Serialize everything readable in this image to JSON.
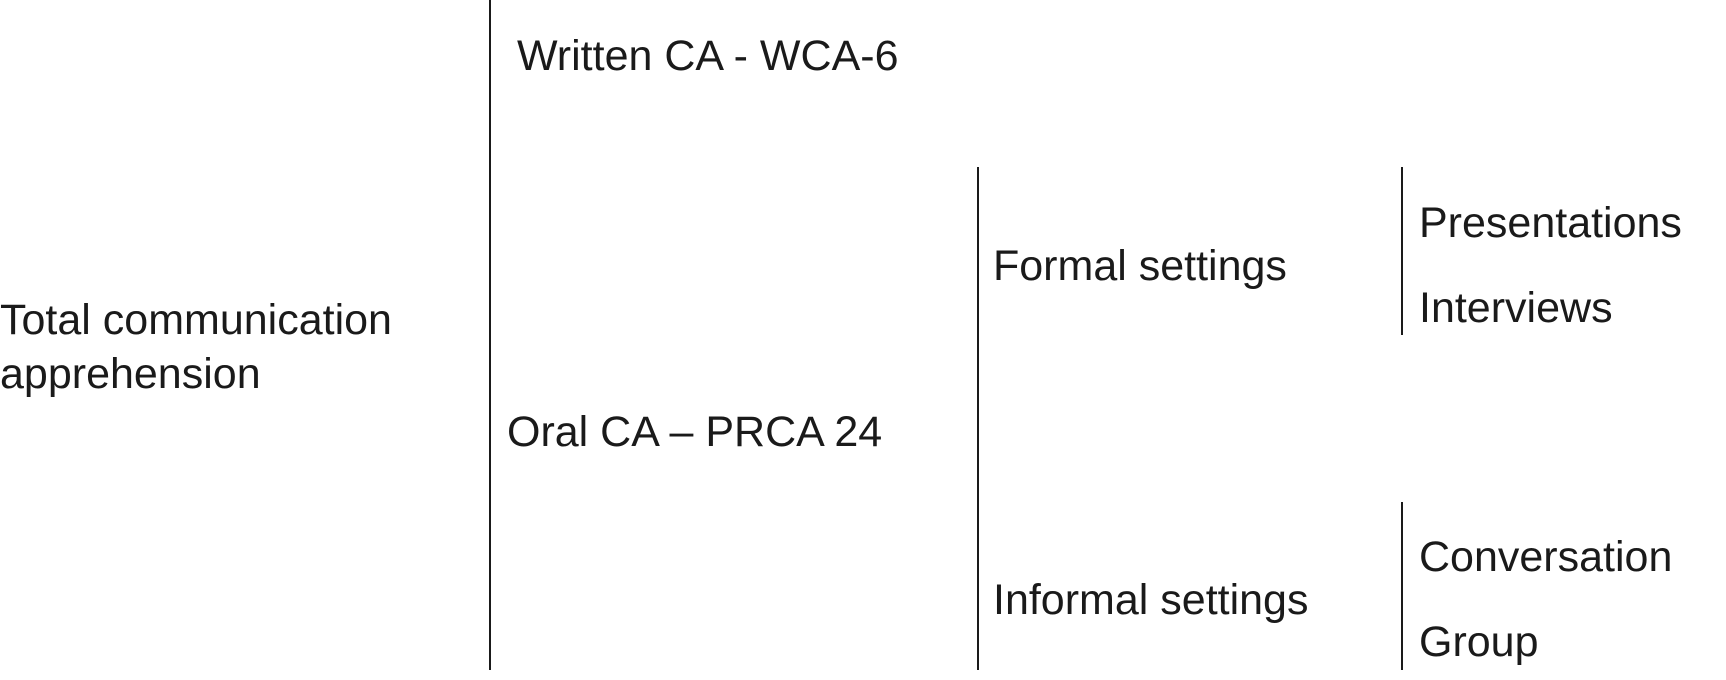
{
  "root": {
    "line1": "Total communication",
    "line2": "apprehension"
  },
  "branches": {
    "written": "Written CA - WCA-6",
    "oral": "Oral CA – PRCA 24"
  },
  "oral_settings": {
    "formal": "Formal settings",
    "informal": "Informal settings"
  },
  "formal_items": [
    "Presentations",
    "Interviews"
  ],
  "informal_items": [
    "Conversation",
    "Group"
  ],
  "colors": {
    "ink": "#1a1a1a",
    "background": "#ffffff"
  }
}
